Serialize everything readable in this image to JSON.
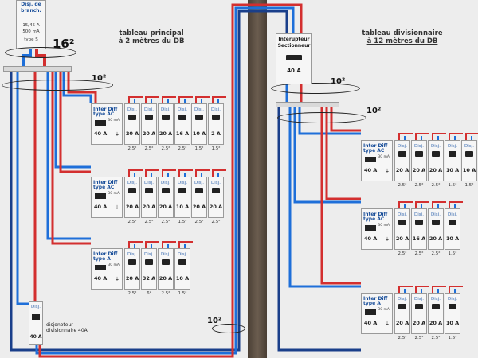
{
  "titles": {
    "main_line1": "tableau principal",
    "main_line2": "à 2 mètres du DB",
    "div_line1": "tableau divisionnaire",
    "div_line2": "à 12 mètres du DB"
  },
  "branch": {
    "line1": "Disj. de",
    "line2": "branch.",
    "line3": "15/45 A",
    "line4": "500 mA",
    "line5": "type S"
  },
  "sections": {
    "s16": "16²",
    "s10_main": "10²",
    "s10_div": "10²",
    "s10_div_bar": "10²",
    "s10_bottom": "10²"
  },
  "interrupteur": {
    "line1": "Interupteur",
    "line2": "Sectionneur",
    "rating": "40 A"
  },
  "disj40": {
    "name": "Disj.",
    "rating": "40 A",
    "label_line1": "disjonoteur",
    "label_line2": "divisionnaire 40A"
  },
  "main_rows": [
    {
      "diff_type": "type AC",
      "diff_ma": "30 mA",
      "diff_rating": "40 A",
      "breakers": [
        {
          "name": "Disj.",
          "rating": "20 A",
          "section": "2.5²"
        },
        {
          "name": "Disj.",
          "rating": "20 A",
          "section": "2.5²"
        },
        {
          "name": "Disj.",
          "rating": "20 A",
          "section": "2.5²"
        },
        {
          "name": "Disj.",
          "rating": "16 A",
          "section": "2.5²"
        },
        {
          "name": "Disj.",
          "rating": "10 A",
          "section": "1.5²"
        },
        {
          "name": "Disj.",
          "rating": "2 A",
          "section": "1.5²"
        }
      ]
    },
    {
      "diff_type": "type AC",
      "diff_ma": "30 mA",
      "diff_rating": "40 A",
      "breakers": [
        {
          "name": "Disj.",
          "rating": "20 A",
          "section": "2.5²"
        },
        {
          "name": "Disj.",
          "rating": "20 A",
          "section": "2.5²"
        },
        {
          "name": "Disj.",
          "rating": "20 A",
          "section": "2.5²"
        },
        {
          "name": "Disj.",
          "rating": "10 A",
          "section": "1.5²"
        },
        {
          "name": "Disj.",
          "rating": "20 A",
          "section": "2.5²"
        },
        {
          "name": "Disj.",
          "rating": "20 A",
          "section": "2.5²"
        }
      ]
    },
    {
      "diff_type": "type A",
      "diff_ma": "30 mA",
      "diff_rating": "40 A",
      "breakers": [
        {
          "name": "Disj.",
          "rating": "20 A",
          "section": "2.5²"
        },
        {
          "name": "Disj.",
          "rating": "32 A",
          "section": "6²"
        },
        {
          "name": "Disj.",
          "rating": "20 A",
          "section": "2.5²"
        },
        {
          "name": "Disj.",
          "rating": "10 A",
          "section": "1.5²"
        }
      ]
    }
  ],
  "div_rows": [
    {
      "diff_type": "type AC",
      "diff_ma": "30 mA",
      "diff_rating": "40 A",
      "breakers": [
        {
          "name": "Disj.",
          "rating": "20 A",
          "section": "2.5²"
        },
        {
          "name": "Disj.",
          "rating": "20 A",
          "section": "2.5²"
        },
        {
          "name": "Disj.",
          "rating": "20 A",
          "section": "2.5²"
        },
        {
          "name": "Disj.",
          "rating": "10 A",
          "section": "1.5²"
        },
        {
          "name": "Disj.",
          "rating": "10 A",
          "section": "1.5²"
        }
      ]
    },
    {
      "diff_type": "type AC",
      "diff_ma": "30 mA",
      "diff_rating": "40 A",
      "breakers": [
        {
          "name": "Disj.",
          "rating": "20 A",
          "section": "2.5²"
        },
        {
          "name": "Disj.",
          "rating": "16 A",
          "section": "2.5²"
        },
        {
          "name": "Disj.",
          "rating": "20 A",
          "section": "2.5²"
        },
        {
          "name": "Disj.",
          "rating": "10 A",
          "section": "1.5²"
        }
      ]
    },
    {
      "diff_type": "type A",
      "diff_ma": "30 mA",
      "diff_rating": "40 A",
      "breakers": [
        {
          "name": "Disj.",
          "rating": "20 A",
          "section": "2.5²"
        },
        {
          "name": "Disj.",
          "rating": "20 A",
          "section": "2.5²"
        },
        {
          "name": "Disj.",
          "rating": "20 A",
          "section": "2.5²"
        },
        {
          "name": "Disj.",
          "rating": "10 A",
          "section": "1.5²"
        }
      ]
    }
  ],
  "colors": {
    "phase": "#d32f2f",
    "neutral": "#1e6fd9",
    "earth": "#1a3f8a",
    "pole": "#5a4d40"
  }
}
